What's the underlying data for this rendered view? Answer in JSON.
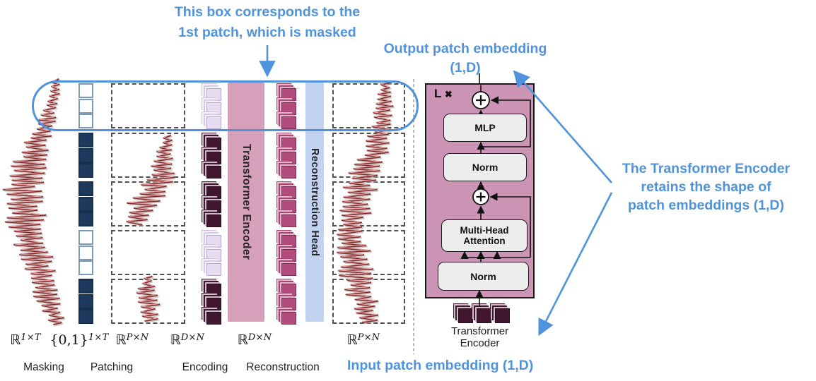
{
  "annotations": {
    "top_note_line1": "This box corresponds to the",
    "top_note_line2": "1st patch, which is masked",
    "output_label_line1": "Output patch embedding",
    "output_label_line2": "(1,D)",
    "retain_note_line1": "The Transformer Encoder",
    "retain_note_line2": "retains the shape of",
    "retain_note_line3": "patch embeddings (1,D)",
    "input_label": "Input patch embedding (1,D)"
  },
  "pipeline": {
    "math_labels": [
      {
        "base": "ℝ",
        "sup": "1×T"
      },
      {
        "base": "{0,1}",
        "sup": "1×T"
      },
      {
        "base": "ℝ",
        "sup": "P×N"
      },
      {
        "base": "ℝ",
        "sup": "D×N"
      },
      {
        "base": "ℝ",
        "sup": "D×N"
      },
      {
        "base": "ℝ",
        "sup": "P×N"
      }
    ],
    "stage_labels": [
      "Masking",
      "Patching",
      "Encoding",
      "Reconstruction"
    ],
    "patch_pattern": [
      "masked",
      "visible",
      "visible",
      "masked",
      "visible"
    ],
    "bars": {
      "encoder": "Transformer Encoder",
      "recon": "Reconstruction Head"
    }
  },
  "block": {
    "repeat": "L",
    "times_symbol": "✖",
    "mlp": "MLP",
    "norm1": "Norm",
    "mha_line1": "Multi-Head",
    "mha_line2": "Attention",
    "norm2": "Norm",
    "caption_line1": "Transformer",
    "caption_line2": "Encoder"
  },
  "colors": {
    "accent": "#4f93dd",
    "mask_navy": "#1d3a5e",
    "encoder_bar_pink": "#d7a0ba",
    "recon_bar_blue": "#c2d3f1",
    "block_pink": "#cb94b4",
    "cube_dark": "#41162f",
    "cube_light": "#e7ddf0",
    "cube_magenta": "#b04b7b",
    "signal_dark_red": "#7d2a33",
    "signal_pink": "#e2aaa3"
  }
}
